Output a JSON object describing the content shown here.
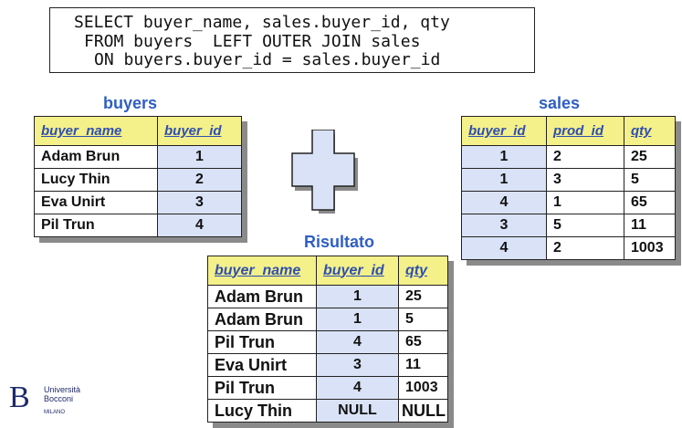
{
  "sql": {
    "line1": "SELECT buyer_name, sales.buyer_id, qty",
    "line2": "FROM buyers  LEFT OUTER JOIN sales",
    "line3": "ON buyers.buyer_id = sales.buyer_id"
  },
  "buyers": {
    "title": "buyers",
    "headers": [
      "buyer_name",
      "buyer_id"
    ],
    "rows": [
      [
        "Adam Brun",
        "1"
      ],
      [
        "Lucy Thin",
        "2"
      ],
      [
        "Eva Unirt",
        "3"
      ],
      [
        "Pil Trun",
        "4"
      ]
    ]
  },
  "sales": {
    "title": "sales",
    "headers": [
      "buyer_id",
      "prod_id",
      "qty"
    ],
    "rows": [
      [
        "1",
        "2",
        "25"
      ],
      [
        "1",
        "3",
        "5"
      ],
      [
        "4",
        "1",
        "65"
      ],
      [
        "3",
        "5",
        "11"
      ],
      [
        "4",
        "2",
        "1003"
      ]
    ]
  },
  "result": {
    "title": "Risultato",
    "headers": [
      "buyer_name",
      "buyer_id",
      "qty"
    ],
    "rows": [
      [
        "Adam Brun",
        "1",
        "25"
      ],
      [
        "Adam Brun",
        "1",
        "5"
      ],
      [
        "Pil Trun",
        "4",
        "65"
      ],
      [
        "Eva Unirt",
        "3",
        "11"
      ],
      [
        "Pil Trun",
        "4",
        "1003"
      ],
      [
        "Lucy Thin",
        "NULL",
        "NULL"
      ]
    ]
  },
  "logo": {
    "name_line1": "Università",
    "name_line2": "Bocconi",
    "city": "MILANO",
    "brand_color": "#1d2a6b"
  },
  "colors": {
    "header_bg": "#f4f08a",
    "header_text": "#2f4fae",
    "id_column_bg": "#d9e2f6",
    "title_color": "#2f5ec4",
    "plus_fill": "#d9e2f6"
  }
}
